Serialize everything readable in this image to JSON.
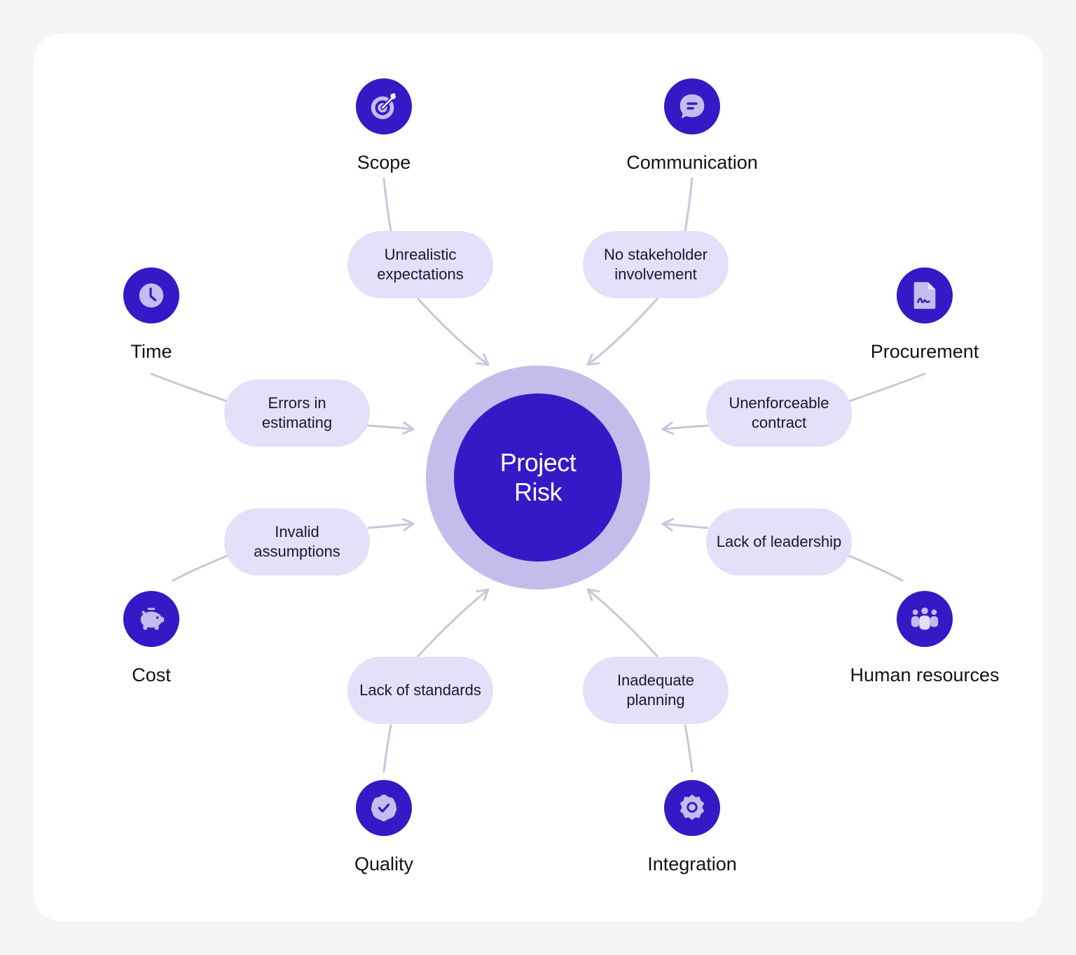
{
  "diagram": {
    "center": {
      "title": "Project\nRisk"
    },
    "categories": [
      {
        "id": "scope",
        "label": "Scope",
        "icon": "target-icon",
        "factor": "Unrealistic expectations"
      },
      {
        "id": "communication",
        "label": "Communication",
        "icon": "chat-bubble-icon",
        "factor": "No stakeholder involvement"
      },
      {
        "id": "procurement",
        "label": "Procurement",
        "icon": "signed-document-icon",
        "factor": "Unenforceable contract"
      },
      {
        "id": "human-resources",
        "label": "Human resources",
        "icon": "team-icon",
        "factor": "Lack of leadership"
      },
      {
        "id": "integration",
        "label": "Integration",
        "icon": "gear-icon",
        "factor": "Inadequate planning"
      },
      {
        "id": "quality",
        "label": "Quality",
        "icon": "quality-badge-icon",
        "factor": "Lack of standards"
      },
      {
        "id": "cost",
        "label": "Cost",
        "icon": "piggy-bank-icon",
        "factor": "Invalid assumptions"
      },
      {
        "id": "time",
        "label": "Time",
        "icon": "clock-icon",
        "factor": "Errors in estimating"
      }
    ],
    "colors": {
      "primary": "#331ac6",
      "ring": "#c4bdec",
      "pill": "#e4e0fa",
      "connector": "#c9c6dc",
      "background": "#f5f5f8",
      "card": "#ffffff"
    }
  }
}
